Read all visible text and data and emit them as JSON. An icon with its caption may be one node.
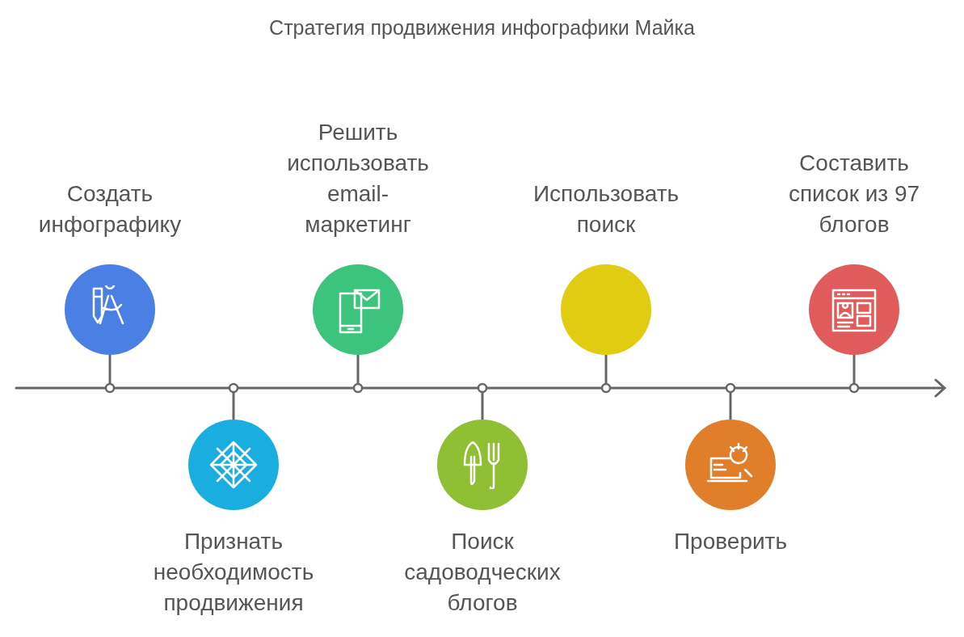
{
  "diagram": {
    "title": "Стратегия продвижения инфографики Майка",
    "nodes": [
      {
        "text": [
          "Создать инфографику"
        ]
      },
      {
        "text": [
          "Признать необходимость продвижения"
        ]
      },
      {
        "text": [
          "Решить использовать email-маркетинг"
        ]
      },
      {
        "text": [
          "Поиск садоводческих блогов"
        ]
      },
      {
        "text": [
          "Использовать поиск"
        ]
      },
      {
        "text": [
          "Проверить"
        ]
      },
      {
        "text": [
          "Составить список из 97 блогов"
        ]
      },
      {
        "text": [],
        "shape": "bar"
      }
    ],
    "edges": [
      {
        "from": 0,
        "to": 7,
        "arrow": "other"
      },
      {
        "from": 1,
        "to": 7,
        "arrow": "other"
      },
      {
        "from": 2,
        "to": 7,
        "arrow": "other"
      },
      {
        "from": 3,
        "to": 7,
        "arrow": "other"
      },
      {
        "from": 4,
        "to": 7,
        "arrow": "other"
      },
      {
        "from": 5,
        "to": 7,
        "arrow": "other"
      },
      {
        "from": 6,
        "to": 7,
        "arrow": "other"
      }
    ]
  }
}
